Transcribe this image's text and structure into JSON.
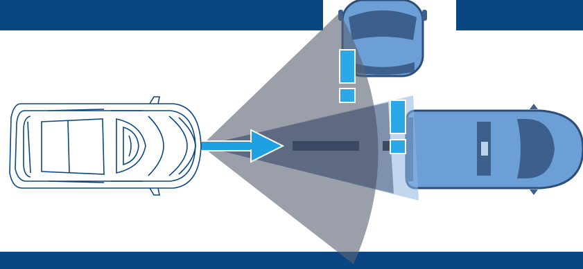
{
  "scene": {
    "description_items": [],
    "colors": {
      "road_band": "#0b4684",
      "sensor_cone": "#5c6474",
      "sensor_beam": "#2f3f5a",
      "radar_zone": "#8fb5e0",
      "ego_car_outline": "#0b4684",
      "target_car_fill": "#6b9fd6",
      "target_car_dark": "#3c5f8c",
      "arrow": "#1da1e3",
      "warning_fill": "#2aa8e8",
      "path_dash": "#3b4a63"
    },
    "warnings": [
      {
        "glyph": "!",
        "icon": "exclamation-icon"
      },
      {
        "glyph": "!",
        "icon": "exclamation-icon"
      }
    ],
    "icons": {
      "ego_vehicle": "car-top-view-outline",
      "crossing_vehicle": "car-top-view-filled",
      "van_ahead": "van-top-view-filled",
      "direction": "arrow-right-icon"
    }
  }
}
